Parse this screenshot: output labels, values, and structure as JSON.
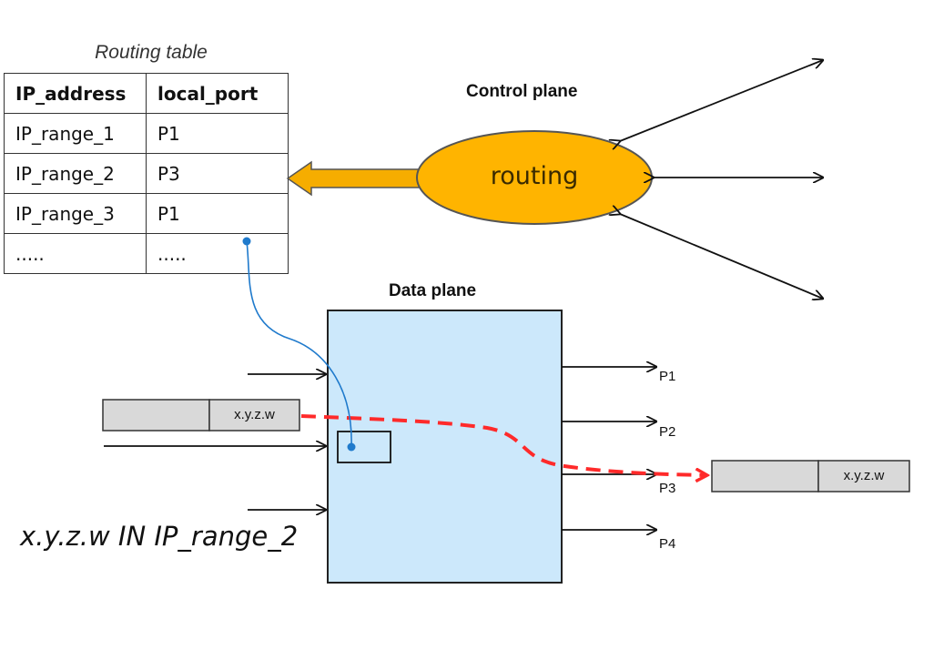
{
  "routing_table": {
    "caption": "Routing table",
    "headers": [
      "IP_address",
      "local_port"
    ],
    "rows": [
      [
        "IP_range_1",
        "P1"
      ],
      [
        "IP_range_2",
        "P3"
      ],
      [
        "IP_range_3",
        "P1"
      ],
      [
        ".....",
        "....."
      ]
    ]
  },
  "control_plane": {
    "label": "Control plane",
    "node_label": "routing",
    "colors": {
      "fill": "#ffb400",
      "stroke": "#555555",
      "arrow_fill": "#f6ad00"
    }
  },
  "data_plane": {
    "label": "Data plane",
    "fill": "#cce8fb",
    "ports": [
      "P1",
      "P2",
      "P3",
      "P4"
    ]
  },
  "packet": {
    "incoming_address": "x.y.z.w",
    "outgoing_address": "x.y.z.w",
    "fill": "#d9d9d9"
  },
  "path_color": "#ff2a2a",
  "lookup_color": "#1f7acc",
  "match_statement": "x.y.z.w IN IP_range_2"
}
